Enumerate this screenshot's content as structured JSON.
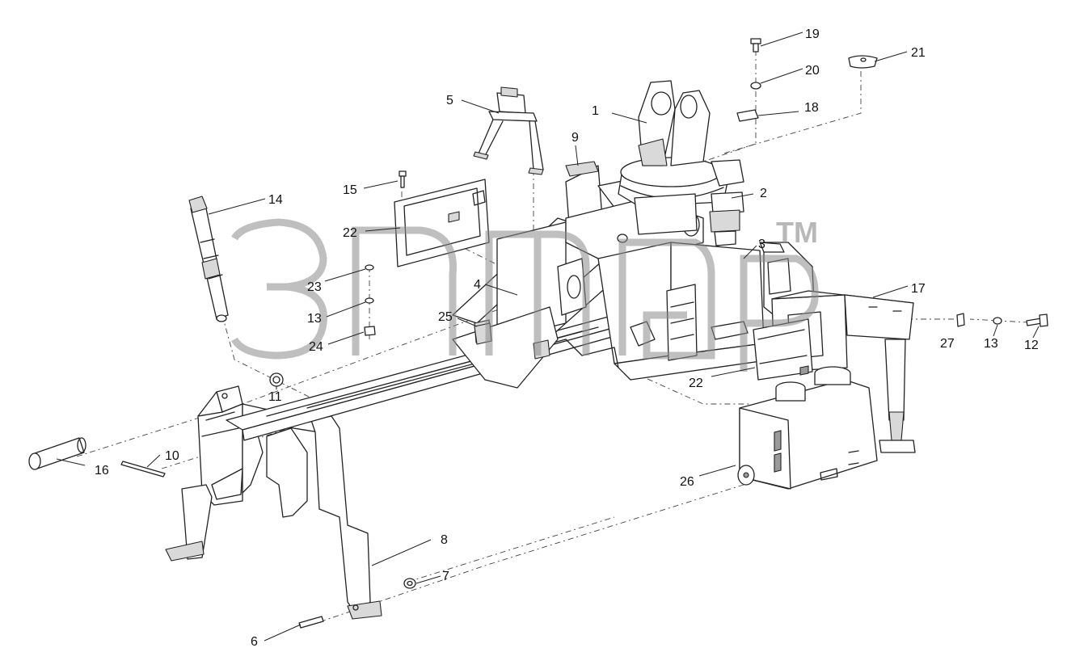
{
  "watermark": {
    "trademark": "TM"
  },
  "callouts": [
    {
      "id": "c1",
      "text": "1"
    },
    {
      "id": "c2",
      "text": "2"
    },
    {
      "id": "c3",
      "text": "3"
    },
    {
      "id": "c4",
      "text": "4"
    },
    {
      "id": "c5",
      "text": "5"
    },
    {
      "id": "c6",
      "text": "6"
    },
    {
      "id": "c7",
      "text": "7"
    },
    {
      "id": "c8",
      "text": "8"
    },
    {
      "id": "c9",
      "text": "9"
    },
    {
      "id": "c10",
      "text": "10"
    },
    {
      "id": "c11",
      "text": "11"
    },
    {
      "id": "c12",
      "text": "12"
    },
    {
      "id": "c13a",
      "text": "13"
    },
    {
      "id": "c13b",
      "text": "13"
    },
    {
      "id": "c14",
      "text": "14"
    },
    {
      "id": "c15",
      "text": "15"
    },
    {
      "id": "c16",
      "text": "16"
    },
    {
      "id": "c17",
      "text": "17"
    },
    {
      "id": "c18",
      "text": "18"
    },
    {
      "id": "c19",
      "text": "19"
    },
    {
      "id": "c20",
      "text": "20"
    },
    {
      "id": "c21",
      "text": "21"
    },
    {
      "id": "c22a",
      "text": "22"
    },
    {
      "id": "c22b",
      "text": "22"
    },
    {
      "id": "c23",
      "text": "23"
    },
    {
      "id": "c24",
      "text": "24"
    },
    {
      "id": "c25",
      "text": "25"
    },
    {
      "id": "c26",
      "text": "26"
    },
    {
      "id": "c27",
      "text": "27"
    }
  ]
}
